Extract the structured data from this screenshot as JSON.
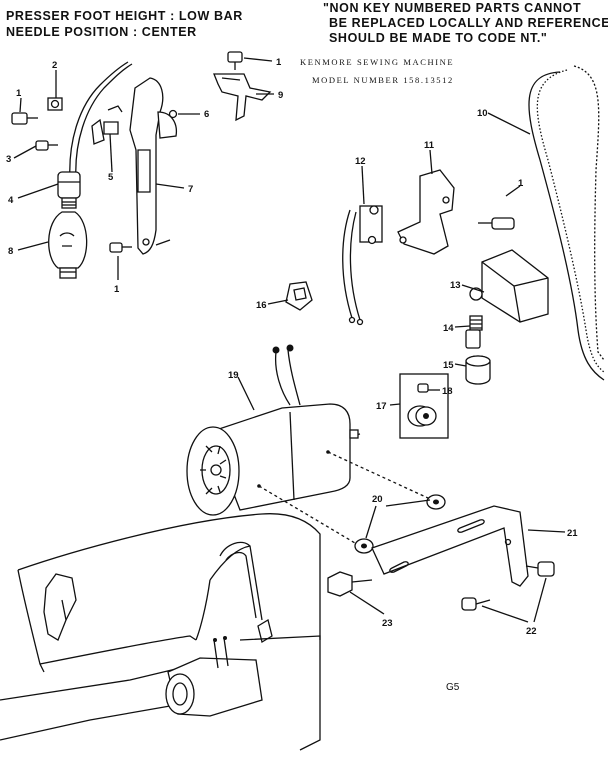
{
  "header": {
    "presser_foot": "PRESSER FOOT HEIGHT : LOW BAR",
    "needle_position": "NEEDLE POSITION : CENTER",
    "notice_line1": "\"NON KEY NUMBERED PARTS CANNOT",
    "notice_line2": "BE REPLACED LOCALLY AND REFERENCE",
    "notice_line3": "SHOULD BE MADE TO CODE NT.\"",
    "brand": "KENMORE SEWING MACHINE",
    "model": "MODEL NUMBER 158.13512"
  },
  "callouts": {
    "c1a": "1",
    "c1b": "1",
    "c1c": "1",
    "c1d": "1",
    "c2": "2",
    "c3": "3",
    "c4": "4",
    "c5": "5",
    "c6": "6",
    "c7": "7",
    "c8": "8",
    "c9": "9",
    "c10": "10",
    "c11": "11",
    "c12": "12",
    "c13": "13",
    "c14": "14",
    "c15": "15",
    "c16": "16",
    "c17": "17",
    "c18": "18",
    "c19": "19",
    "c20": "20",
    "c21": "21",
    "c22": "22",
    "c23": "23"
  },
  "footer": {
    "page_code": "G5"
  }
}
